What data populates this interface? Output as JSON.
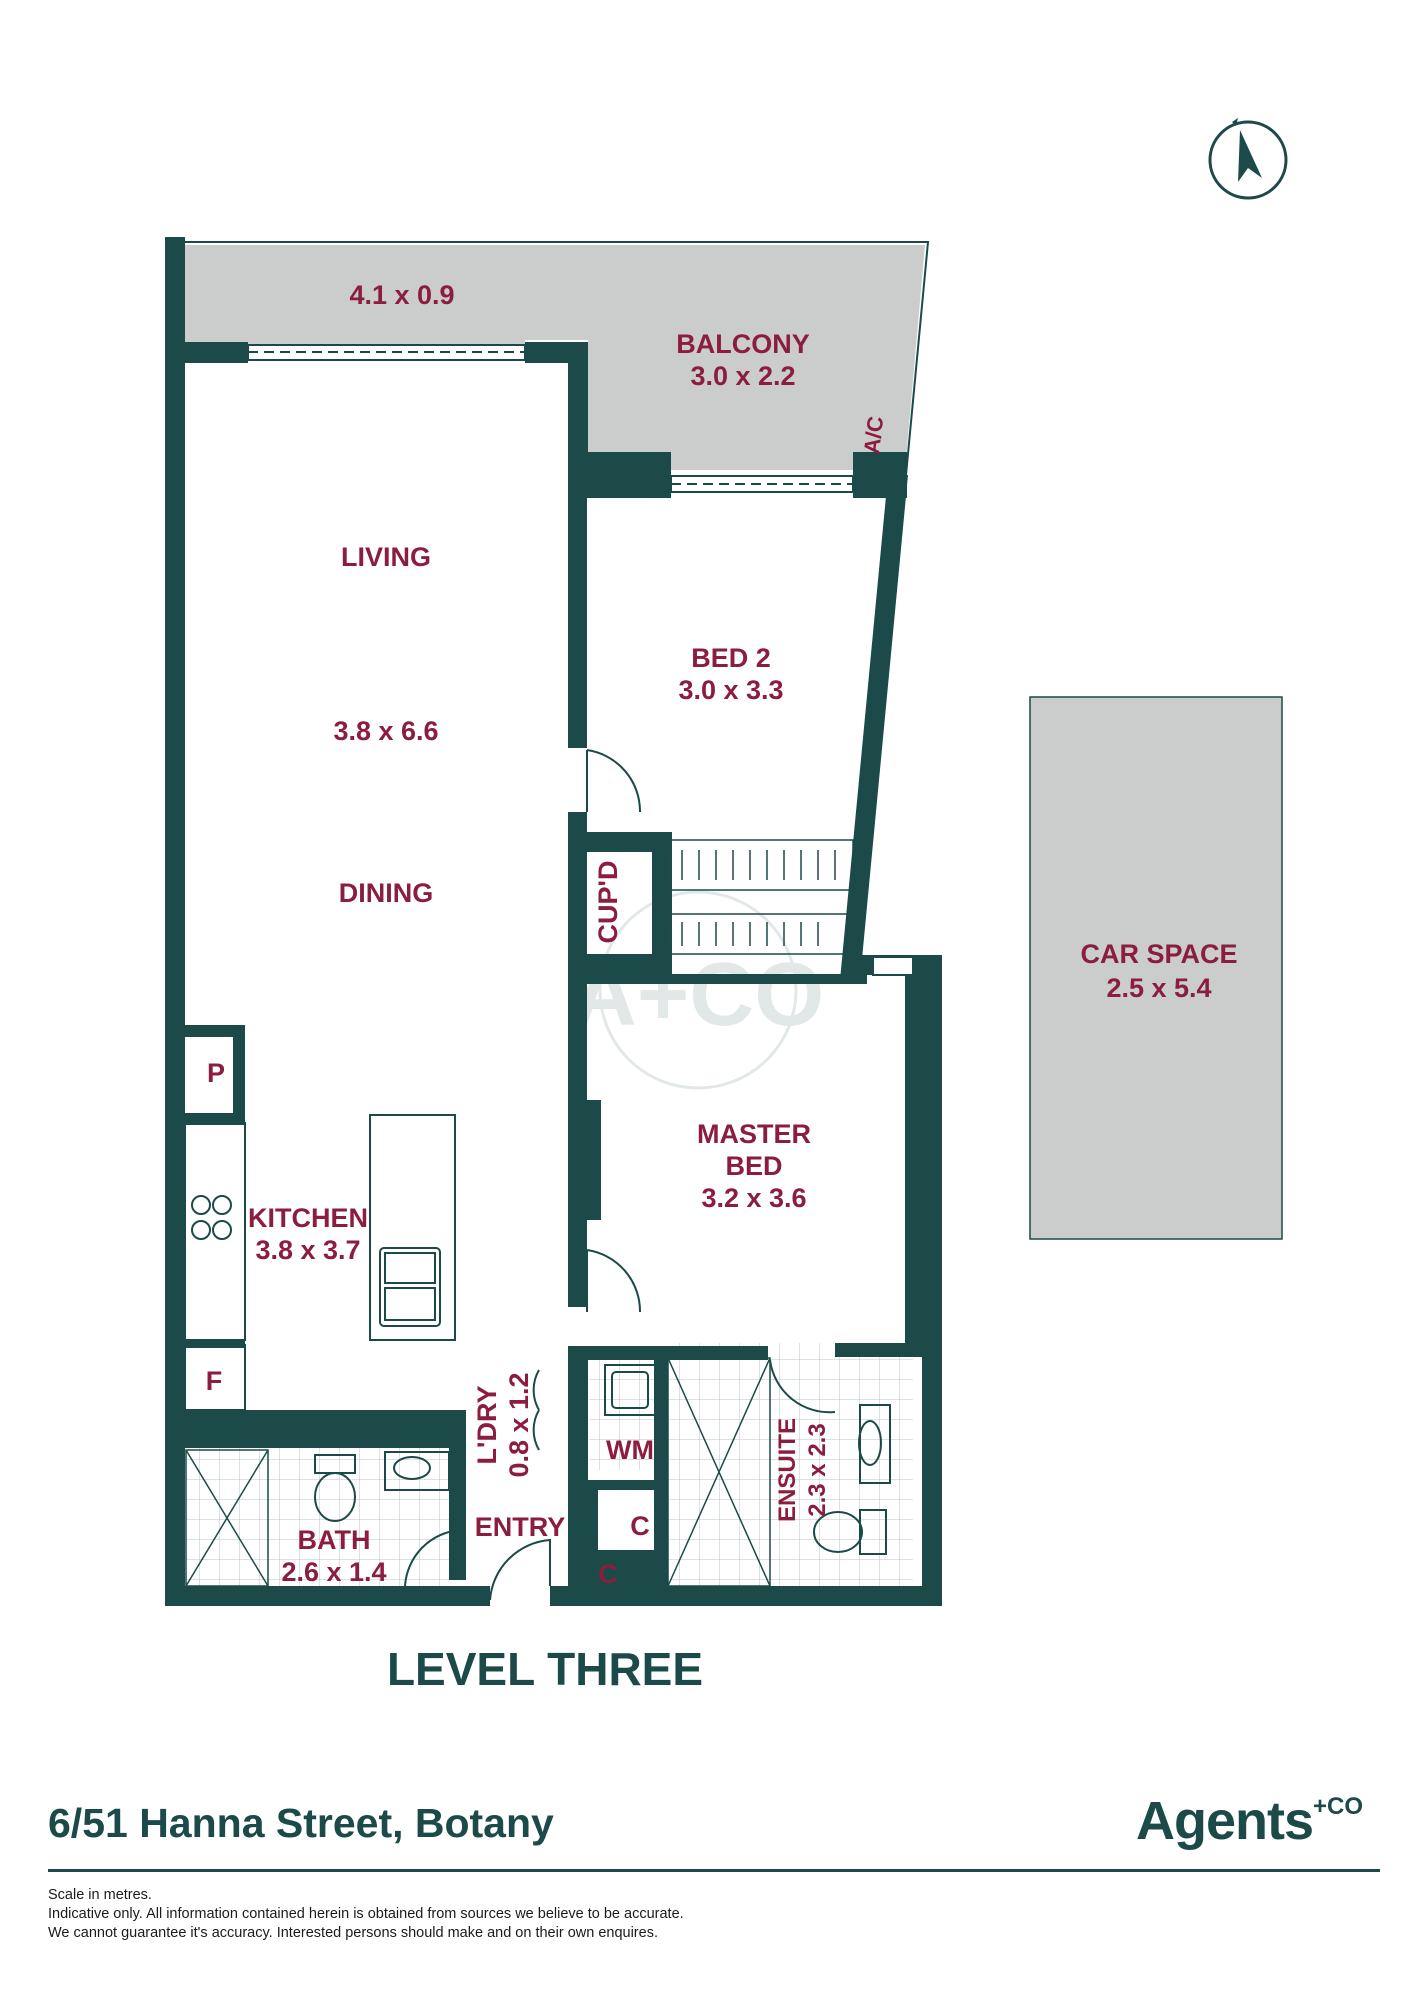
{
  "rooms": {
    "balcony_small": "4.1 x 0.9",
    "balcony_label": "BALCONY",
    "balcony_dim": "3.0 x 2.2",
    "ac": "A/C",
    "living_label": "LIVING",
    "living_dim": "3.8 x 6.6",
    "dining_label": "DINING",
    "bed2_label": "BED 2",
    "bed2_dim": "3.0 x 3.3",
    "cupd": "CUP'D",
    "car_label": "CAR SPACE",
    "car_dim": "2.5 x 5.4",
    "pantry": "P",
    "kitchen_label": "KITCHEN",
    "kitchen_dim": "3.8 x 3.7",
    "master_label_1": "MASTER",
    "master_label_2": "BED",
    "master_dim": "3.2 x 3.6",
    "fridge": "F",
    "ldry_label": "L'DRY",
    "ldry_dim": "0.8 x 1.2",
    "wm": "WM",
    "ensuite_label": "ENSUITE",
    "ensuite_dim": "2.3 x 2.3",
    "bath_label": "BATH",
    "bath_dim": "2.6 x 1.4",
    "entry_label": "ENTRY",
    "cupboard_1": "C",
    "cupboard_2": "C"
  },
  "level_title": "LEVEL THREE",
  "footer": {
    "address": "6/51 Hanna Street, Botany",
    "logo_main": "Agents",
    "logo_sup": "+CO",
    "disclaimer_1": "Scale in metres.",
    "disclaimer_2": "Indicative only. All information contained herein is obtained from sources we believe to be accurate.",
    "disclaimer_3": "We cannot guarantee it's accuracy. Interested persons should make and on their own enquires."
  },
  "watermark": "A+CO",
  "colors": {
    "wall": "#1b4a49",
    "label": "#8b1d3f",
    "grey_fill": "#cbcdcd"
  },
  "icons": [
    "north-arrow-icon",
    "cooktop-icon",
    "sink-icon",
    "toilet-icon",
    "basin-icon",
    "shower-icon",
    "door-swing-icon"
  ]
}
